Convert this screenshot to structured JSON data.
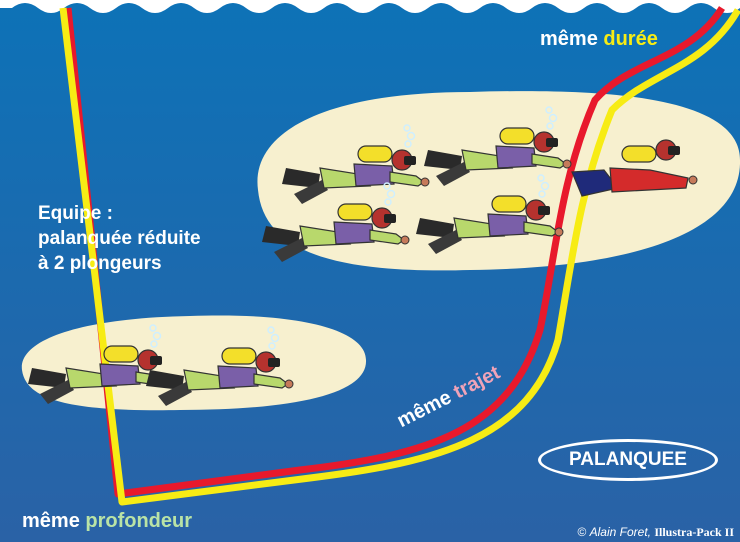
{
  "labels": {
    "team_caption": [
      "Equipe :",
      "palanquée réduite",
      "à 2 plongeurs"
    ],
    "same_depth_prefix": "même",
    "same_depth_word": "profondeur",
    "same_duration_prefix": "même",
    "same_duration_word": "durée",
    "same_path_prefix": "même",
    "same_path_word": "trajet",
    "badge": "PALANQUEE",
    "credit_prefix": "©",
    "credit_author": "Alain Foret,",
    "credit_brand": "Illustra-Pack II"
  },
  "colors": {
    "water_top": "#0d72b7",
    "water_bottom": "#2a62a6",
    "sand": "#f7f0cf",
    "red_path": "#e8192c",
    "yellow_path": "#f7ec14",
    "depth_word": "#b9e3a6",
    "duration_word": "#f7ec14",
    "path_word": "#f0a3b8"
  }
}
